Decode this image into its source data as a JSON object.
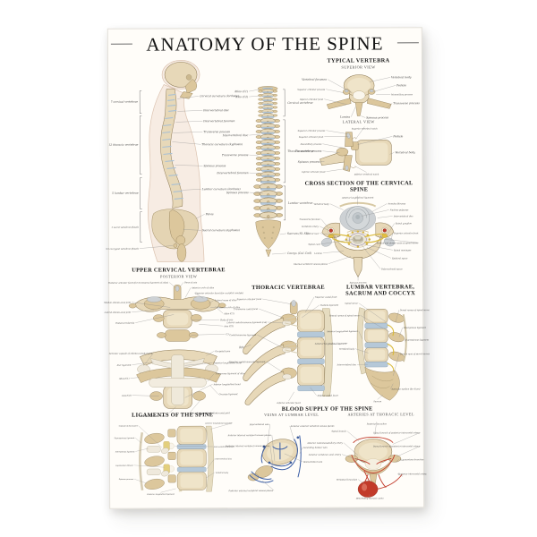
{
  "title": "ANATOMY OF THE SPINE",
  "colors": {
    "paper": "#fffdf9",
    "bone": "#e7d8b8",
    "bone_dark": "#dcc79c",
    "disc_blue": "#b5c8d8",
    "cartilage_grey": "#cdd1d4",
    "nerve_yellow": "#e3bf3f",
    "artery_red": "#c23b2a",
    "vein_blue": "#3c5fa5",
    "label_text": "#3d3d3d"
  },
  "lateral_figure": {
    "left_labels": [
      "7 cervical vertebrae",
      "12 thoracic vertebrae",
      "5 lumbar vertebrae",
      "5 sacral vertebrae (fused)",
      "3-5 coccygeal vertebrae (fused)"
    ],
    "right_labels": [
      "Cervical curvature (lordosis)",
      "Intervertebral disc",
      "Intervertebral foramen",
      "Transverse process",
      "Thoracic curvature (kyphosis)",
      "Spinous process",
      "Lumbar curvature (lordosis)",
      "Pelvis",
      "Sacral curvature (kyphosis)"
    ]
  },
  "vertebral_column": {
    "left_labels": [
      "Atlas (C1)",
      "Axis (C2)",
      "Intervertebral disc",
      "Transverse process",
      "Intervertebral foramen",
      "Spinous process"
    ],
    "right_labels": [
      "Cervical vertebrae",
      "Thoracic vertebrae",
      "Lumbar vertebrae",
      "Sacrum (S1-S5)",
      "Coccyx (Co1-Co4)"
    ]
  },
  "typical_vertebra": {
    "heading": "TYPICAL VERTEBRA",
    "subtitle": "SUPERIOR VIEW",
    "labels": [
      "Vertebral foramen",
      "Superior articular process",
      "Inferior articular facet",
      "Vertebral body",
      "Pedicle",
      "Mammillary process",
      "Transverse process",
      "Lamina",
      "Spinous process"
    ]
  },
  "lateral_view": {
    "subtitle": "LATERAL VIEW",
    "labels": [
      "Superior articular process",
      "Superior articular facet",
      "Mammillary process",
      "Transverse process",
      "Spinous process",
      "Inferior articular facet",
      "Superior vertebral notch",
      "Pedicle",
      "Vertebral body",
      "Inferior vertebral notch"
    ]
  },
  "cross_section": {
    "heading": "CROSS SECTION OF THE CERVICAL SPINE",
    "labels": [
      "Anterior longitudinal ligament",
      "Vertebral body",
      "Annulus fibrosus",
      "Nucleus pulposus",
      "Intervertebral disc",
      "Transverse foramen",
      "Vertebral artery",
      "Ventral root",
      "Spinal cord",
      "Lamina",
      "Internal vertebral venous plexus",
      "Spinal ganglion",
      "Superior articular facet",
      "Ventral and dorsal roots of spinal nerve",
      "Spinal meninges",
      "Epidural space",
      "Subarachnoid space",
      "Spinous process"
    ]
  },
  "upper_cervical": {
    "heading": "UPPER CERVICAL VERTEBRAE",
    "subtitle": "POSTERIOR VIEW",
    "atlas_axis_labels": [
      "Posterior articular facet (for transverse ligament of atlas)",
      "Dens of axis",
      "Anterior arch of atlas",
      "Superior articular facet (for occipital condyle)",
      "Median atlanto-axial joint",
      "Lateral atlanto-axial joint",
      "Posterior tubercle",
      "Lateral mass of atlas",
      "Posterior arch of atlas",
      "Atlas (C1)",
      "Body of axis",
      "Axis (C2)",
      "C3"
    ],
    "ligament_labels": [
      "Articular capsule of atlanto-occipital joint",
      "Alar ligament",
      "Atlas (C1)",
      "Axis (C2)",
      "Occipital bone",
      "Superior longitudinal band",
      "Transverse ligament of atlas",
      "Inferior longitudinal band",
      "Cruciate ligament",
      "Articular capsule of atlanto-axial joint",
      "Tectorial membrane (cut)"
    ]
  },
  "thoracic": {
    "heading": "THORACIC VERTEBRAE",
    "labels": [
      "Superior articular facet",
      "Transverse costal facet",
      "Lateral costotransverse ligament (cut)",
      "Costotransverse ligament",
      "Rib",
      "Superior costotransverse ligament",
      "Superior costal facet",
      "Radiate ligament",
      "Anterior longitudinal ligament",
      "Inferior costal facet",
      "Inferior articular facet"
    ]
  },
  "lumbar": {
    "heading": "LUMBAR VERTEBRAE, SACRUM AND COCCYX",
    "labels": [
      "Spinal nerve",
      "Ventral ramus of spinal nerve",
      "Anterior longitudinal ligament",
      "Vertebral body",
      "Intervertebral disc",
      "Dorsal ramus of spinal nerve",
      "Interspinous ligament",
      "Supraspinous ligament",
      "Dors al rami of sacral nerves",
      "Auricular surface (for ilium)",
      "Sacrum"
    ]
  },
  "ligaments": {
    "heading": "LIGAMENTS OF THE SPINE",
    "labels": [
      "Capsule of facet joint",
      "Supraspinous ligament",
      "Interspinous ligament",
      "Ligamentum flavum",
      "Spinous process",
      "Anterior longitudinal ligament",
      "Intervertebral foramen",
      "Intervertebral disc",
      "Vertebral body",
      "Posterior longitudinal ligament"
    ]
  },
  "blood_supply": {
    "heading": "BLOOD SUPPLY OF THE SPINE",
    "veins_subtitle": "VEINS AT LUMBAR LEVEL",
    "arteries_subtitle": "ARTERIES AT THORACIC LEVEL",
    "vein_labels": [
      "Intervertebral vein",
      "Anterior external vertebral venous plexus",
      "Anterior internal vertebral venous plexus",
      "Posterior internal vertebral venous plexus",
      "Ascending lumbar vein",
      "Basivertebral vein",
      "Posterior external vertebral venous plexus"
    ],
    "artery_labels": [
      "Posterior branches",
      "Spinal branch",
      "Anterior radiculomedullary artery",
      "Anterior vertebral canal artery",
      "Spinal branch of posterior intercostal artery",
      "Dorsal branch of posterior intercostal artery",
      "Ligamentous branches",
      "Posterior intercostal artery",
      "Periosteal branches",
      "Descending thoracic aorta"
    ]
  }
}
